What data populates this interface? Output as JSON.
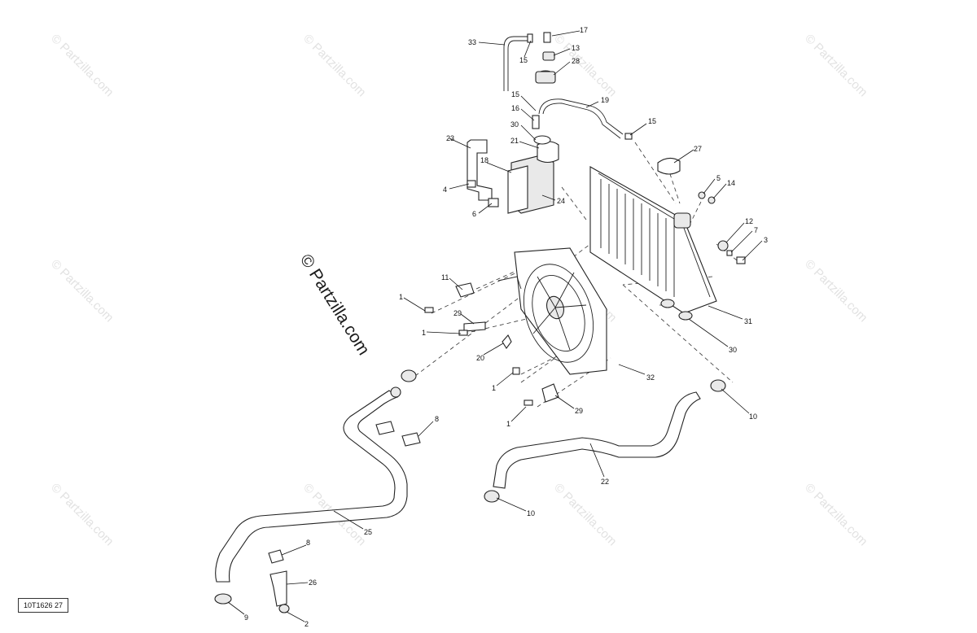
{
  "diagram": {
    "reference_code": "10T1626 27",
    "watermark": "© Partzilla.com",
    "watermark_main": "© Partzilla.com",
    "callouts": [
      {
        "id": "c33",
        "label": "33"
      },
      {
        "id": "c17",
        "label": "17"
      },
      {
        "id": "c15a",
        "label": "15"
      },
      {
        "id": "c13",
        "label": "13"
      },
      {
        "id": "c28",
        "label": "28"
      },
      {
        "id": "c15b",
        "label": "15"
      },
      {
        "id": "c19",
        "label": "19"
      },
      {
        "id": "c16",
        "label": "16"
      },
      {
        "id": "c15c",
        "label": "15"
      },
      {
        "id": "c30a",
        "label": "30"
      },
      {
        "id": "c21",
        "label": "21"
      },
      {
        "id": "c27",
        "label": "27"
      },
      {
        "id": "c23",
        "label": "23"
      },
      {
        "id": "c18",
        "label": "18"
      },
      {
        "id": "c4",
        "label": "4"
      },
      {
        "id": "c24",
        "label": "24"
      },
      {
        "id": "c6",
        "label": "6"
      },
      {
        "id": "c5",
        "label": "5"
      },
      {
        "id": "c14",
        "label": "14"
      },
      {
        "id": "c12",
        "label": "12"
      },
      {
        "id": "c7",
        "label": "7"
      },
      {
        "id": "c3",
        "label": "3"
      },
      {
        "id": "c11",
        "label": "11"
      },
      {
        "id": "c1a",
        "label": "1"
      },
      {
        "id": "c29a",
        "label": "29"
      },
      {
        "id": "c1b",
        "label": "1"
      },
      {
        "id": "c20",
        "label": "20"
      },
      {
        "id": "c31",
        "label": "31"
      },
      {
        "id": "c30b",
        "label": "30"
      },
      {
        "id": "c32",
        "label": "32"
      },
      {
        "id": "c1c",
        "label": "1"
      },
      {
        "id": "c29b",
        "label": "29"
      },
      {
        "id": "c1d",
        "label": "1"
      },
      {
        "id": "c10a",
        "label": "10"
      },
      {
        "id": "c8a",
        "label": "8"
      },
      {
        "id": "c22",
        "label": "22"
      },
      {
        "id": "c10b",
        "label": "10"
      },
      {
        "id": "c25",
        "label": "25"
      },
      {
        "id": "c8b",
        "label": "8"
      },
      {
        "id": "c26",
        "label": "26"
      },
      {
        "id": "c9",
        "label": "9"
      },
      {
        "id": "c2",
        "label": "2"
      }
    ]
  }
}
